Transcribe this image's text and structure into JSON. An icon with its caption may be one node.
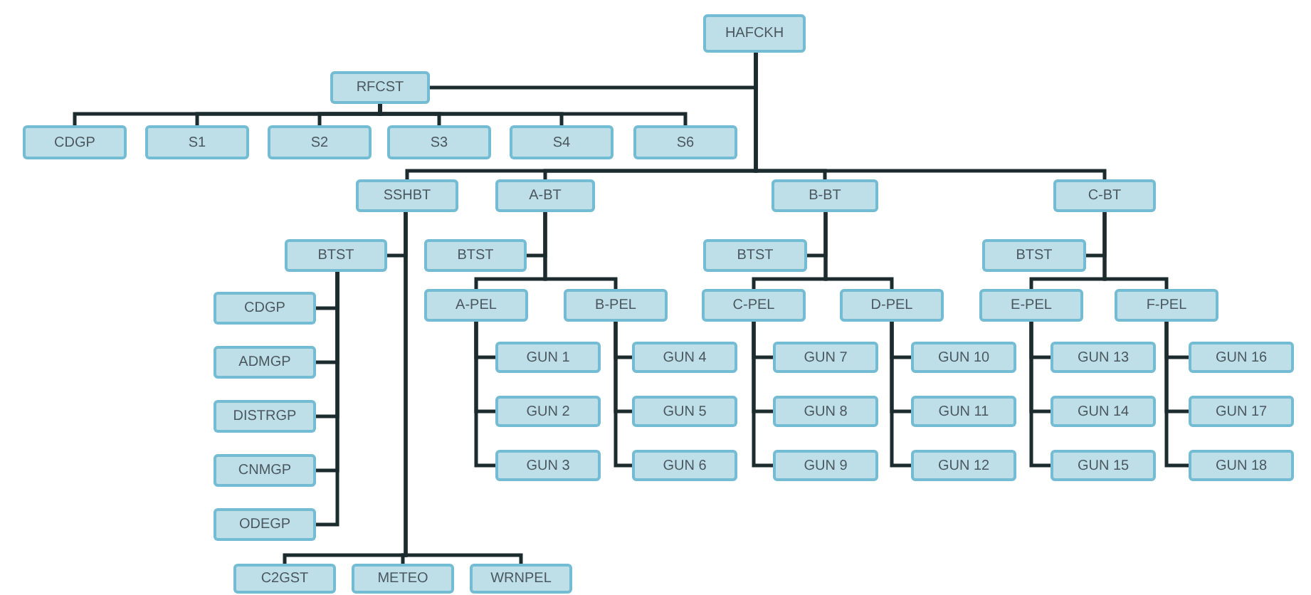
{
  "diagram": {
    "nodes": [
      {
        "text": [
          "HAFCKH"
        ]
      },
      {
        "text": [
          "RFCST"
        ]
      },
      {
        "text": [
          "CDGP"
        ]
      },
      {
        "text": [
          "S1"
        ]
      },
      {
        "text": [
          "S2"
        ]
      },
      {
        "text": [
          "S3"
        ]
      },
      {
        "text": [
          "S4"
        ]
      },
      {
        "text": [
          "S6"
        ]
      },
      {
        "text": [
          "SSHBT"
        ]
      },
      {
        "text": [
          "A-BT"
        ]
      },
      {
        "text": [
          "B-BT"
        ]
      },
      {
        "text": [
          "C-BT"
        ]
      },
      {
        "text": [
          "BTST"
        ]
      },
      {
        "text": [
          "CDGP"
        ]
      },
      {
        "text": [
          "ADMGP"
        ]
      },
      {
        "text": [
          "DISTRGP"
        ]
      },
      {
        "text": [
          "CNMGP"
        ]
      },
      {
        "text": [
          "ODEGP"
        ]
      },
      {
        "text": [
          "BTST"
        ]
      },
      {
        "text": [
          "A-PEL"
        ]
      },
      {
        "text": [
          "B-PEL"
        ]
      },
      {
        "text": [
          "GUN 1"
        ]
      },
      {
        "text": [
          "GUN 2"
        ]
      },
      {
        "text": [
          "GUN 3"
        ]
      },
      {
        "text": [
          "GUN 4"
        ]
      },
      {
        "text": [
          "GUN 5"
        ]
      },
      {
        "text": [
          "GUN 6"
        ]
      },
      {
        "text": [
          "BTST"
        ]
      },
      {
        "text": [
          "C-PEL"
        ]
      },
      {
        "text": [
          "D-PEL"
        ]
      },
      {
        "text": [
          "GUN 7"
        ]
      },
      {
        "text": [
          "GUN 8"
        ]
      },
      {
        "text": [
          "GUN 9"
        ]
      },
      {
        "text": [
          "GUN 10"
        ]
      },
      {
        "text": [
          "GUN 11"
        ]
      },
      {
        "text": [
          "GUN 12"
        ]
      },
      {
        "text": [
          "BTST"
        ]
      },
      {
        "text": [
          "E-PEL"
        ]
      },
      {
        "text": [
          "F-PEL"
        ]
      },
      {
        "text": [
          "GUN 13"
        ]
      },
      {
        "text": [
          "GUN 14"
        ]
      },
      {
        "text": [
          "GUN 15"
        ]
      },
      {
        "text": [
          "GUN 16"
        ]
      },
      {
        "text": [
          "GUN 17"
        ]
      },
      {
        "text": [
          "GUN 18"
        ]
      },
      {
        "text": [
          "C2GST"
        ]
      },
      {
        "text": [
          "METEO"
        ]
      },
      {
        "text": [
          "WRNPEL"
        ]
      }
    ],
    "edges": [
      {
        "from": 0,
        "to": 1,
        "arrow": "none"
      },
      {
        "from": 1,
        "to": 2,
        "arrow": "none"
      },
      {
        "from": 1,
        "to": 3,
        "arrow": "none"
      },
      {
        "from": 1,
        "to": 4,
        "arrow": "none"
      },
      {
        "from": 1,
        "to": 5,
        "arrow": "none"
      },
      {
        "from": 1,
        "to": 6,
        "arrow": "none"
      },
      {
        "from": 1,
        "to": 7,
        "arrow": "none"
      },
      {
        "from": 0,
        "to": 8,
        "arrow": "none"
      },
      {
        "from": 0,
        "to": 9,
        "arrow": "none"
      },
      {
        "from": 0,
        "to": 10,
        "arrow": "none"
      },
      {
        "from": 0,
        "to": 11,
        "arrow": "none"
      },
      {
        "from": 8,
        "to": 12,
        "arrow": "none"
      },
      {
        "from": 12,
        "to": 13,
        "arrow": "none"
      },
      {
        "from": 12,
        "to": 14,
        "arrow": "none"
      },
      {
        "from": 12,
        "to": 15,
        "arrow": "none"
      },
      {
        "from": 12,
        "to": 16,
        "arrow": "none"
      },
      {
        "from": 12,
        "to": 17,
        "arrow": "none"
      },
      {
        "from": 8,
        "to": 45,
        "arrow": "none"
      },
      {
        "from": 8,
        "to": 46,
        "arrow": "none"
      },
      {
        "from": 8,
        "to": 47,
        "arrow": "none"
      },
      {
        "from": 9,
        "to": 18,
        "arrow": "none"
      },
      {
        "from": 9,
        "to": 19,
        "arrow": "none"
      },
      {
        "from": 9,
        "to": 20,
        "arrow": "none"
      },
      {
        "from": 19,
        "to": 21,
        "arrow": "none"
      },
      {
        "from": 19,
        "to": 22,
        "arrow": "none"
      },
      {
        "from": 19,
        "to": 23,
        "arrow": "none"
      },
      {
        "from": 20,
        "to": 24,
        "arrow": "none"
      },
      {
        "from": 20,
        "to": 25,
        "arrow": "none"
      },
      {
        "from": 20,
        "to": 26,
        "arrow": "none"
      },
      {
        "from": 10,
        "to": 27,
        "arrow": "none"
      },
      {
        "from": 10,
        "to": 28,
        "arrow": "none"
      },
      {
        "from": 10,
        "to": 29,
        "arrow": "none"
      },
      {
        "from": 28,
        "to": 30,
        "arrow": "none"
      },
      {
        "from": 28,
        "to": 31,
        "arrow": "none"
      },
      {
        "from": 28,
        "to": 32,
        "arrow": "none"
      },
      {
        "from": 29,
        "to": 33,
        "arrow": "none"
      },
      {
        "from": 29,
        "to": 34,
        "arrow": "none"
      },
      {
        "from": 29,
        "to": 35,
        "arrow": "none"
      },
      {
        "from": 11,
        "to": 36,
        "arrow": "none"
      },
      {
        "from": 11,
        "to": 37,
        "arrow": "none"
      },
      {
        "from": 11,
        "to": 38,
        "arrow": "none"
      },
      {
        "from": 37,
        "to": 39,
        "arrow": "none"
      },
      {
        "from": 37,
        "to": 40,
        "arrow": "none"
      },
      {
        "from": 37,
        "to": 41,
        "arrow": "none"
      },
      {
        "from": 38,
        "to": 42,
        "arrow": "none"
      },
      {
        "from": 38,
        "to": 43,
        "arrow": "none"
      },
      {
        "from": 38,
        "to": 44,
        "arrow": "none"
      }
    ]
  }
}
